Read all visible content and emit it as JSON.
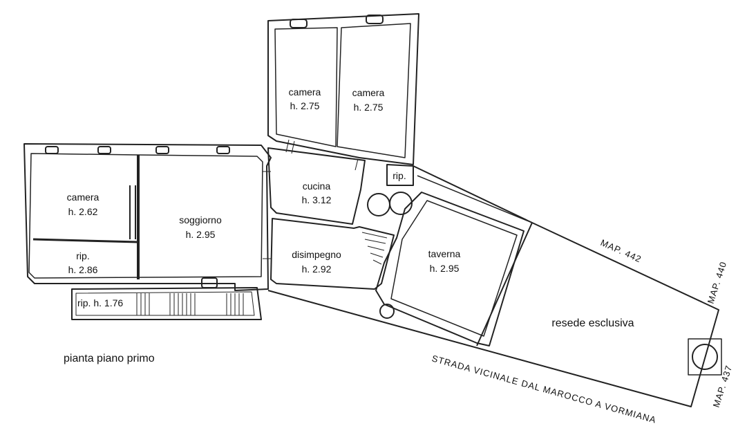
{
  "title": "pianta piano primo",
  "rooms": {
    "camera_top_left": {
      "name": "camera",
      "height": "h. 2.75"
    },
    "camera_top_right": {
      "name": "camera",
      "height": "h. 2.75"
    },
    "camera_left": {
      "name": "camera",
      "height": "h. 2.62"
    },
    "rip_left": {
      "name": "rip.",
      "height": "h. 2.86"
    },
    "rip_stairs": {
      "label": "rip. h. 1.76"
    },
    "soggiorno": {
      "name": "soggiorno",
      "height": "h. 2.95"
    },
    "cucina": {
      "name": "cucina",
      "height": "h. 3.12"
    },
    "rip_small": {
      "name": "rip."
    },
    "disimpegno": {
      "name": "disimpegno",
      "height": "h. 2.92"
    },
    "taverna": {
      "name": "taverna",
      "height": "h. 2.95"
    }
  },
  "outdoor": {
    "resede": "resede esclusiva"
  },
  "parcels": {
    "map442": "MAP. 442",
    "map440": "MAP. 440",
    "map437": "MAP. 437"
  },
  "road": "STRADA VICINALE DAL MAROCCO A VORMIANA"
}
